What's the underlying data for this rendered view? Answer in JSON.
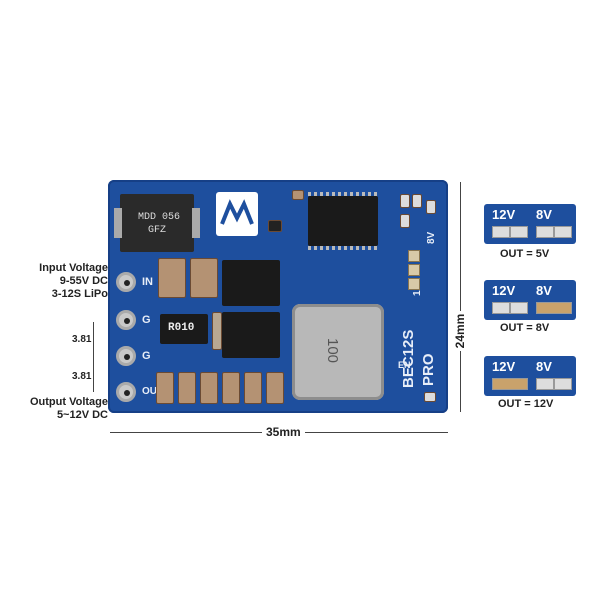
{
  "labels": {
    "input_voltage": [
      "Input Voltage",
      "9-55V DC",
      "3-12S LiPo"
    ],
    "output_voltage": [
      "Output Voltage",
      "5~12V DC"
    ],
    "pitch_top": "3.81",
    "pitch_bottom": "3.81",
    "width": "35mm",
    "height": "24mm"
  },
  "board": {
    "pins": [
      "IN",
      "G",
      "G",
      "OUT"
    ],
    "model": "BEC12S",
    "variant": "PRO",
    "jumper_12v": "12V",
    "jumper_8v": "8V",
    "en": "EN",
    "diode_text": [
      "MDD 056",
      "GFZ"
    ],
    "inductor_text": "100",
    "r010": "R010"
  },
  "jumper_settings": [
    {
      "left": "12V",
      "right": "8V",
      "caption": "OUT = 5V"
    },
    {
      "left": "12V",
      "right": "8V",
      "caption": "OUT = 8V"
    },
    {
      "left": "12V",
      "right": "8V",
      "caption": "OUT = 12V"
    }
  ]
}
